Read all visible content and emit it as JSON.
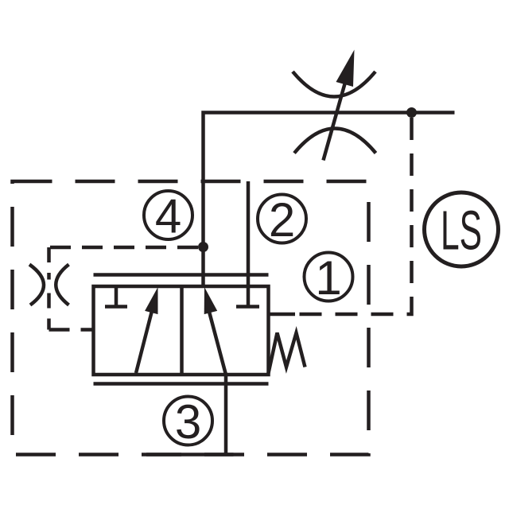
{
  "schematic": {
    "background_color": "#ffffff",
    "line_color": "#231f20",
    "labels": {
      "port4": "4",
      "port2": "2",
      "port1": "1",
      "port3": "3",
      "load_sense": "LS"
    },
    "components": [
      "adjustable-flow-control-orifice",
      "pilot-line-with-fixed-orifice",
      "proportional-spool-valve",
      "return-spring",
      "load-sense-pilot-line",
      "cartridge-boundary"
    ]
  }
}
